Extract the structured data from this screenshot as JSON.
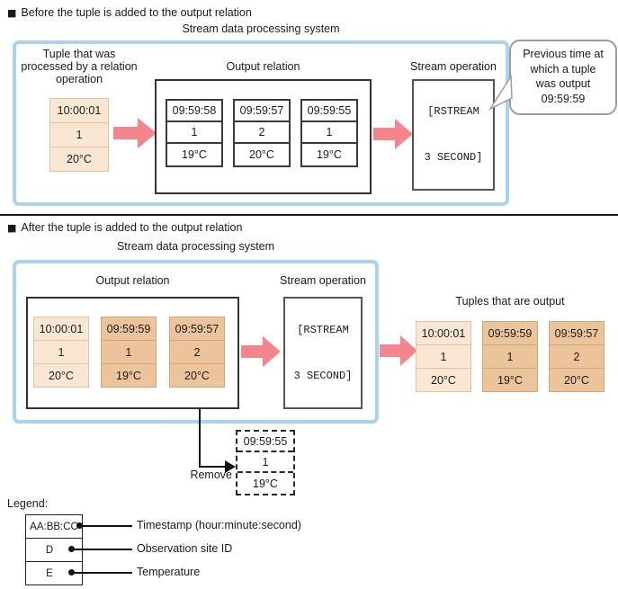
{
  "colors": {
    "system_border": "#ABD3F1",
    "flow_arrow": "#F4858D",
    "tuple_light_bg": "#FAE7D3",
    "tuple_light_border": "#E4C29C",
    "tuple_dark_bg": "#EBC49B",
    "tuple_dark_border": "#D2A674"
  },
  "before": {
    "bullet": "■",
    "heading": "Before the tuple is added to the output relation",
    "system_label": "Stream data processing system",
    "input_tuple_label": "Tuple that was processed by a relation operation",
    "input_tuple": {
      "time": "10:00:01",
      "site": "1",
      "temp": "20°C"
    },
    "output_relation_label": "Output relation",
    "relation_tuples": [
      {
        "time": "09:59:58",
        "site": "1",
        "temp": "19°C"
      },
      {
        "time": "09:59:57",
        "site": "2",
        "temp": "20°C"
      },
      {
        "time": "09:59:55",
        "site": "1",
        "temp": "19°C"
      }
    ],
    "stream_operation_label": "Stream operation",
    "stream_operation_code": {
      "line1": "[RSTREAM",
      "line2": "3 SECOND]"
    },
    "callout": {
      "line1": "Previous time at",
      "line2": "which a tuple",
      "line3": "was output",
      "line4": "09:59:59"
    }
  },
  "after": {
    "bullet": "■",
    "heading": "After the tuple is added to the output relation",
    "system_label": "Stream data processing system",
    "output_relation_label": "Output relation",
    "relation_tuples": [
      {
        "time": "10:00:01",
        "site": "1",
        "temp": "20°C",
        "shade": "light"
      },
      {
        "time": "09:59:59",
        "site": "1",
        "temp": "19°C",
        "shade": "dark"
      },
      {
        "time": "09:59:57",
        "site": "2",
        "temp": "20°C",
        "shade": "dark"
      }
    ],
    "stream_operation_label": "Stream operation",
    "stream_operation_code": {
      "line1": "[RSTREAM",
      "line2": "3 SECOND]"
    },
    "output_tuples_label": "Tuples that are output",
    "output_tuples": [
      {
        "time": "10:00:01",
        "site": "1",
        "temp": "20°C",
        "shade": "light"
      },
      {
        "time": "09:59:59",
        "site": "1",
        "temp": "19°C",
        "shade": "dark"
      },
      {
        "time": "09:59:57",
        "site": "2",
        "temp": "20°C",
        "shade": "dark"
      }
    ],
    "remove_label": "Remove",
    "removed_tuple": {
      "time": "09:59:55",
      "site": "1",
      "temp": "19°C"
    }
  },
  "legend": {
    "heading": "Legend:",
    "cells": {
      "timestamp": "AA:BB:CC",
      "site": "D",
      "temp": "E"
    },
    "labels": {
      "timestamp": "Timestamp (hour:minute:second)",
      "site": "Observation site ID",
      "temp": "Temperature"
    }
  }
}
